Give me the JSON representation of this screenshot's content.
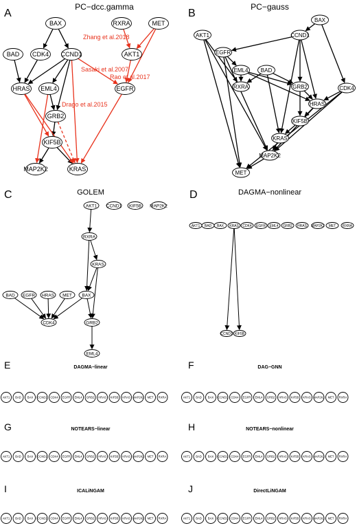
{
  "colors": {
    "edge": "#000000",
    "highlight": "#e8321c",
    "node_fill": "#ffffff",
    "node_stroke": "#000000"
  },
  "panels": [
    {
      "letter": "A",
      "title": "PC−dcc.gamma",
      "nodes": [
        "BAX",
        "RXRA",
        "MET",
        "BAD",
        "CDK4",
        "CCND1",
        "AKT1",
        "HRAS",
        "EML4",
        "EGFR",
        "GRB2",
        "KIF5B",
        "MAP2K2",
        "KRAS"
      ],
      "edges": [
        [
          "BAX",
          "CDK4"
        ],
        [
          "BAX",
          "CCND1"
        ],
        [
          "BAD",
          "HRAS"
        ],
        [
          "CDK4",
          "HRAS"
        ],
        [
          "CCND1",
          "HRAS"
        ],
        [
          "CCND1",
          "EML4"
        ],
        [
          "CCND1",
          "GRB2"
        ],
        [
          "EML4",
          "GRB2"
        ],
        [
          "GRB2",
          "KIF5B"
        ],
        [
          "KIF5B",
          "MAP2K2"
        ],
        [
          "KIF5B",
          "KRAS"
        ]
      ],
      "highlighted_edges": [
        [
          "RXRA",
          "AKT1"
        ],
        [
          "MET",
          "AKT1"
        ],
        [
          "MET",
          "EGFR"
        ],
        [
          "AKT1",
          "EGFR"
        ],
        [
          "CCND1",
          "EGFR"
        ],
        [
          "CCND1",
          "KRAS"
        ],
        [
          "HRAS",
          "KIF5B"
        ],
        [
          "HRAS",
          "KRAS"
        ],
        [
          "EML4",
          "MAP2K2"
        ],
        [
          "EGFR",
          "KRAS"
        ]
      ],
      "dashed_highlighted_edges": [
        [
          "GRB2",
          "KRAS"
        ]
      ],
      "annotations": [
        "Zhang et al.2018",
        "Sasaki et al.2007",
        "Rao et al.2017",
        "Drago  et al.2015"
      ]
    },
    {
      "letter": "B",
      "title": "PC−gauss",
      "nodes": [
        "BAX",
        "AKT1",
        "CCND1",
        "EGFR",
        "EML4",
        "BAD",
        "RXRA",
        "GRB2",
        "CDK4",
        "HRAS",
        "KIF5B",
        "KRAS",
        "MAP2K2",
        "MET"
      ],
      "edges": [
        [
          "BAX",
          "CCND1"
        ],
        [
          "BAX",
          "CDK4"
        ],
        [
          "CCND1",
          "EGFR"
        ],
        [
          "CCND1",
          "GRB2"
        ],
        [
          "CCND1",
          "HRAS"
        ],
        [
          "CCND1",
          "KRAS"
        ],
        [
          "AKT1",
          "RXRA"
        ],
        [
          "AKT1",
          "MAP2K2"
        ],
        [
          "AKT1",
          "MET"
        ],
        [
          "EGFR",
          "EML4"
        ],
        [
          "EGFR",
          "MAP2K2"
        ],
        [
          "EGFR",
          "MET"
        ],
        [
          "EML4",
          "RXRA"
        ],
        [
          "EML4",
          "GRB2"
        ],
        [
          "EML4",
          "HRAS"
        ],
        [
          "BAD",
          "RXRA"
        ],
        [
          "BAD",
          "GRB2"
        ],
        [
          "BAD",
          "KRAS"
        ],
        [
          "GRB2",
          "HRAS"
        ],
        [
          "GRB2",
          "KIF5B"
        ],
        [
          "HRAS",
          "KIF5B"
        ],
        [
          "HRAS",
          "MAP2K2"
        ],
        [
          "KIF5B",
          "KRAS"
        ],
        [
          "KRAS",
          "MAP2K2"
        ],
        [
          "CDK4",
          "HRAS"
        ],
        [
          "CDK4",
          "MAP2K2"
        ],
        [
          "CDK4",
          "MET"
        ],
        [
          "MAP2K2",
          "MET"
        ]
      ]
    },
    {
      "letter": "C",
      "title": "GOLEM",
      "nodes": [
        "AKT1",
        "CCND1",
        "KIF5B",
        "MAP2K2",
        "RXRA",
        "KRAS",
        "BAD",
        "EGFR",
        "HRAS",
        "MET",
        "BAX",
        "CDK4",
        "GRB2",
        "EML4"
      ],
      "edges": [
        [
          "AKT1",
          "RXRA"
        ],
        [
          "RXRA",
          "KRAS"
        ],
        [
          "RXRA",
          "BAX"
        ],
        [
          "KRAS",
          "BAX"
        ],
        [
          "KRAS",
          "GRB2"
        ],
        [
          "BAD",
          "CDK4"
        ],
        [
          "EGFR",
          "CDK4"
        ],
        [
          "HRAS",
          "CDK4"
        ],
        [
          "MET",
          "CDK4"
        ],
        [
          "BAX",
          "CDK4"
        ],
        [
          "BAX",
          "GRB2"
        ],
        [
          "GRB2",
          "EML4"
        ]
      ]
    },
    {
      "letter": "D",
      "title": "DAGMA−nonlinear",
      "nodes": [
        "AKT1",
        "BAD",
        "BAX",
        "KRAS",
        "CDK4",
        "EGFR",
        "EML4",
        "GRB2",
        "HRAS",
        "MAP2K2",
        "MET",
        "RXRA",
        "CCND1",
        "KIF5B"
      ],
      "edges": [
        [
          "KRAS",
          "CCND1"
        ],
        [
          "KRAS",
          "KIF5B"
        ]
      ]
    },
    {
      "letter": "E",
      "title": "DAGMA−linear",
      "nodes": [
        "AKT1",
        "BAD",
        "BAX",
        "CCND1",
        "CDK4",
        "EGFR",
        "EML4",
        "GRB2",
        "HRAS",
        "KIF5B",
        "KRAS",
        "MAP2K2",
        "MET",
        "RXRA"
      ]
    },
    {
      "letter": "F",
      "title": "DAG−GNN",
      "nodes": [
        "AKT1",
        "BAD",
        "BAX",
        "CCND1",
        "CDK4",
        "EGFR",
        "EML4",
        "GRB2",
        "HRAS",
        "KIF5B",
        "KRAS",
        "MAP2K2",
        "MET",
        "RXRA"
      ]
    },
    {
      "letter": "G",
      "title": "NOTEARS−linear",
      "nodes": [
        "AKT1",
        "BAD",
        "BAX",
        "CCND1",
        "CDK4",
        "EGFR",
        "EML4",
        "GRB2",
        "HRAS",
        "KIF5B",
        "KRAS",
        "MAP2K2",
        "MET",
        "RXRA"
      ]
    },
    {
      "letter": "H",
      "title": "NOTEARS−nonlinear",
      "nodes": [
        "AKT1",
        "BAD",
        "BAX",
        "CCND1",
        "CDK4",
        "EGFR",
        "EML4",
        "GRB2",
        "HRAS",
        "KIF5B",
        "KRAS",
        "MAP2K2",
        "MET",
        "RXRA"
      ]
    },
    {
      "letter": "I",
      "title": "ICALiNGAM",
      "nodes": [
        "AKT1",
        "BAD",
        "BAX",
        "CCND1",
        "CDK4",
        "EGFR",
        "EML4",
        "GRB2",
        "HRAS",
        "KIF5B",
        "KRAS",
        "MAP2K2",
        "MET",
        "RXRA"
      ]
    },
    {
      "letter": "J",
      "title": "DirectLiNGAM",
      "nodes": [
        "AKT1",
        "BAD",
        "BAX",
        "CCND1",
        "CDK4",
        "EGFR",
        "EML4",
        "GRB2",
        "HRAS",
        "KIF5B",
        "KRAS",
        "MAP2K2",
        "MET",
        "RXRA"
      ]
    }
  ]
}
